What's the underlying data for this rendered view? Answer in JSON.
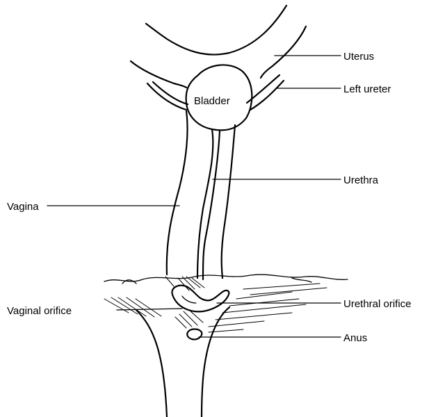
{
  "labels": {
    "bladder": "Bladder",
    "uterus": "Uterus",
    "left_ureter": "Left ureter",
    "urethra": "Urethra",
    "vagina": "Vagina",
    "vaginal_orifice": "Vaginal orifice",
    "urethral_orifice": "Urethral orifice",
    "anus": "Anus"
  }
}
